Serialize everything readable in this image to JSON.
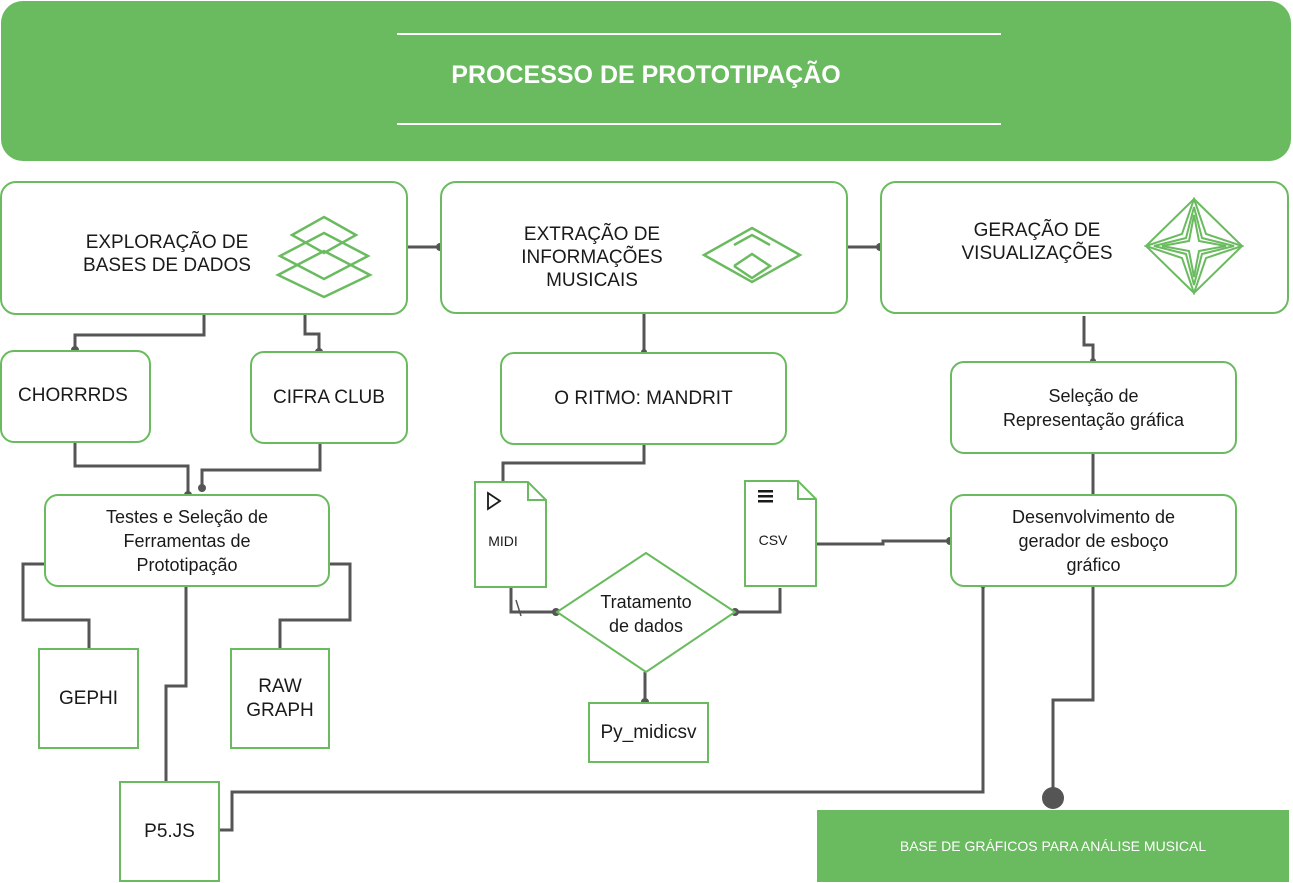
{
  "header": {
    "title": "PROCESSO DE PROTOTIPAÇÃO"
  },
  "stages": {
    "exploration": {
      "line1": "EXPLORAÇÃO DE",
      "line2": "BASES DE DADOS",
      "icon": "layers-icon"
    },
    "extraction": {
      "line1": "EXTRAÇÃO DE",
      "line2": "INFORMAÇÕES",
      "line3": "MUSICAIS",
      "icon": "diamonds-icon"
    },
    "generation": {
      "line1": "GERAÇÃO DE",
      "line2": "VISUALIZAÇÕES",
      "icon": "star-icon"
    }
  },
  "nodes": {
    "chorrrds": "CHORRRDS",
    "cifra_club": "CIFRA CLUB",
    "tests": {
      "line1": "Testes e Seleção de",
      "line2": "Ferramentas de",
      "line3": "Prototipação"
    },
    "gephi": "GEPHI",
    "raw_graph": {
      "line1": "RAW",
      "line2": "GRAPH"
    },
    "p5js": "P5.JS",
    "mandrit": "O RITMO: MANDRIT",
    "midi": "MIDI",
    "csv": "CSV",
    "treatment": {
      "line1": "Tratamento",
      "line2": "de dados"
    },
    "py_midicsv": "Py_midicsv",
    "selection": {
      "line1": "Seleção de",
      "line2": "Representação gráfica"
    },
    "development": {
      "line1": "Desenvolvimento de",
      "line2": "gerador de esboço",
      "line3": "gráfico"
    }
  },
  "footer": {
    "label": "BASE DE GRÁFICOS PARA ANÁLISE MUSICAL"
  },
  "colors": {
    "accent": "#6abb5f",
    "connector": "#555555",
    "text": "#1a1a1a"
  }
}
